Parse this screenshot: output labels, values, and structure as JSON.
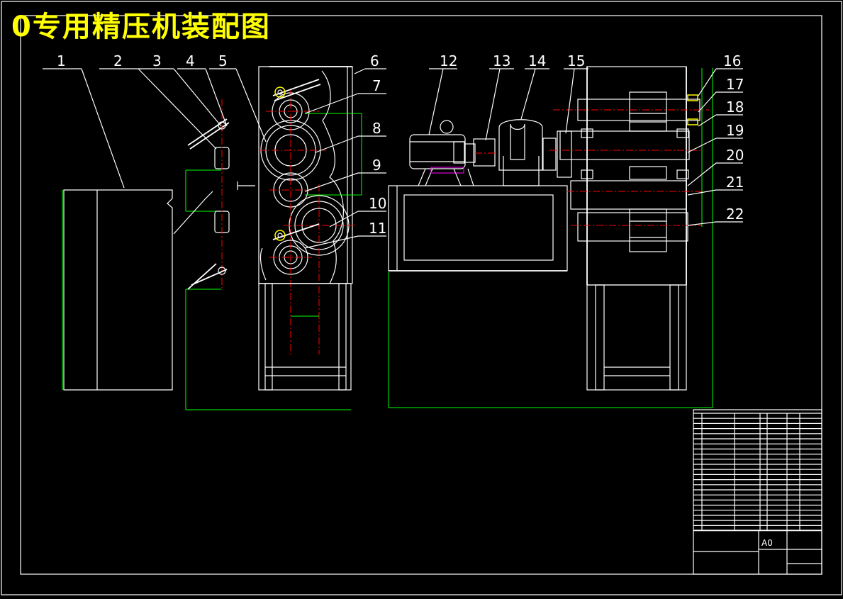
{
  "title": "0专用精压机装配图",
  "part_labels": [
    "1",
    "2",
    "3",
    "4",
    "5",
    "6",
    "7",
    "8",
    "9",
    "10",
    "11",
    "12",
    "13",
    "14",
    "15",
    "16",
    "17",
    "18",
    "19",
    "20",
    "21",
    "22"
  ],
  "title_block": {
    "size_mark": "A0"
  },
  "colors": {
    "background": "#000000",
    "title": "#ffff00",
    "outline": "#ffffff",
    "dimension": "#00ff00",
    "centerline": "#ff0000",
    "bearing": "#ffff00",
    "hidden": "#ff00ff"
  }
}
